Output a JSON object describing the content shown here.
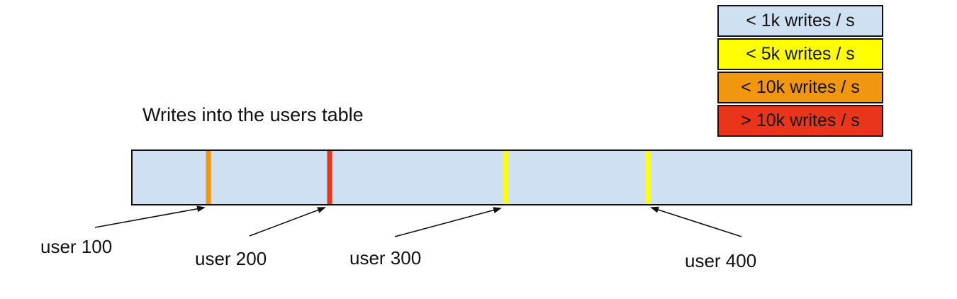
{
  "title": "Writes into the users table",
  "colors": {
    "bar_fill": "#cfe0f2",
    "blue": "#cfe0f2",
    "yellow": "#ffff00",
    "orange": "#f0970f",
    "red": "#e8351c",
    "line": "#111111"
  },
  "legend": {
    "items": [
      {
        "label": "< 1k writes / s",
        "color": "#cfe0f2"
      },
      {
        "label": "< 5k writes / s",
        "color": "#ffff00"
      },
      {
        "label": "< 10k writes / s",
        "color": "#f0970f"
      },
      {
        "label": "> 10k writes / s",
        "color": "#e8351c"
      }
    ]
  },
  "bar": {
    "markers": [
      {
        "user": "user 100",
        "rate": "< 10k writes / s",
        "color": "#f0970f",
        "x_frac": 0.097
      },
      {
        "user": "user 200",
        "rate": "> 10k writes / s",
        "color": "#e8351c",
        "x_frac": 0.253
      },
      {
        "user": "user 300",
        "rate": "< 5k writes / s",
        "color": "#ffff00",
        "x_frac": 0.479
      },
      {
        "user": "user 400",
        "rate": "< 5k writes / s",
        "color": "#ffff00",
        "x_frac": 0.662
      }
    ]
  },
  "callouts": [
    {
      "label": "user 100"
    },
    {
      "label": "user 200"
    },
    {
      "label": "user 300"
    },
    {
      "label": "user 400"
    }
  ]
}
